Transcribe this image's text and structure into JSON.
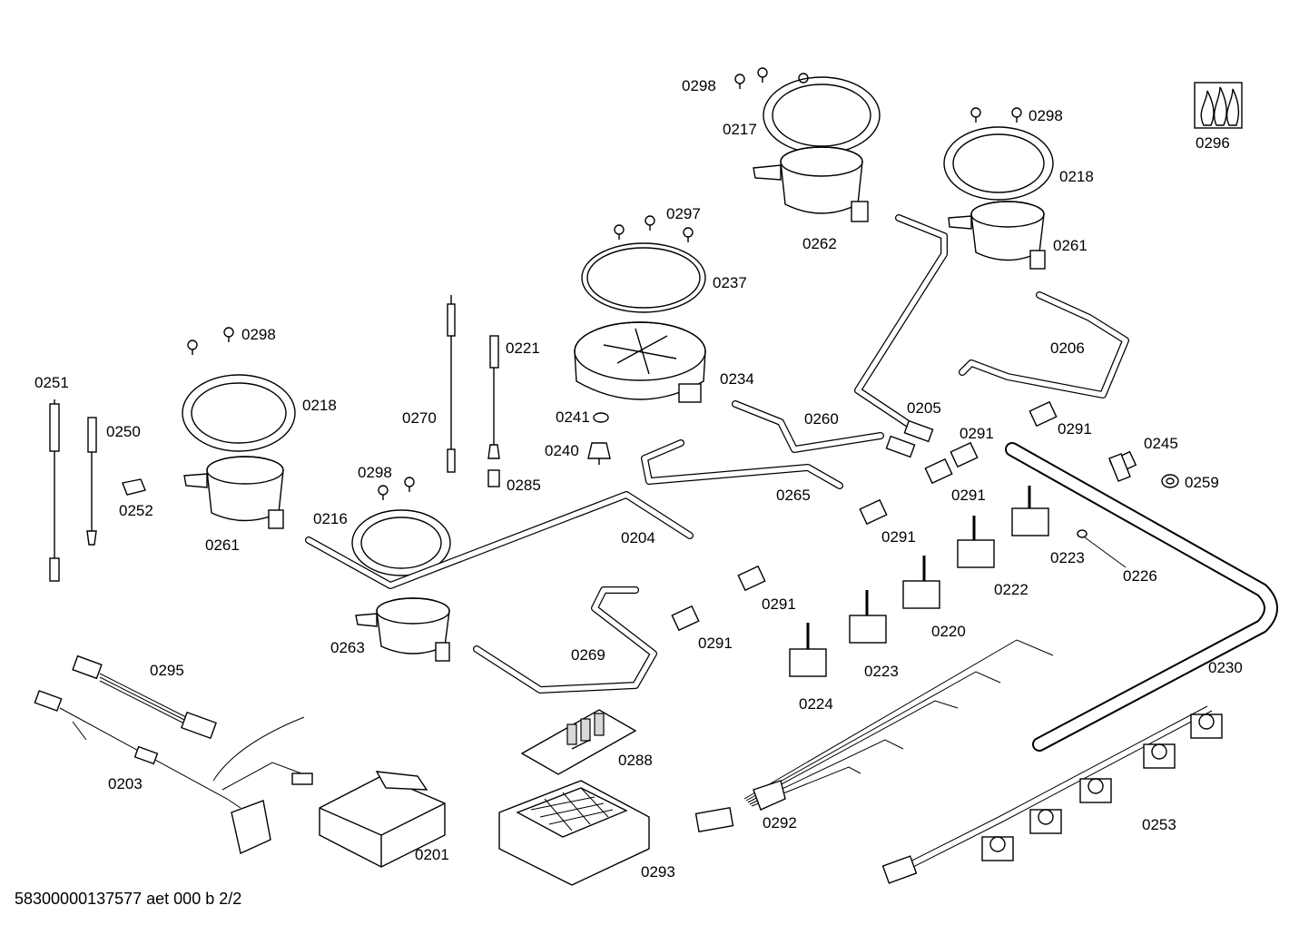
{
  "labels": {
    "p0298_top": "0298",
    "p0217": "0217",
    "p0298_right": "0298",
    "p0218_right": "0218",
    "p0296": "0296",
    "p0262": "0262",
    "p0261_right": "0261",
    "p0297": "0297",
    "p0237": "0237",
    "p0206": "0206",
    "p0298_left": "0298",
    "p0221": "0221",
    "p0234": "0234",
    "p0251": "0251",
    "p0218_left": "0218",
    "p0205": "0205",
    "p0270": "0270",
    "p0241": "0241",
    "p0260": "0260",
    "p0291_a": "0291",
    "p0291_b": "0291",
    "p0250": "0250",
    "p0240": "0240",
    "p0245": "0245",
    "p0298_mid": "0298",
    "p0285": "0285",
    "p0265": "0265",
    "p0291_c": "0291",
    "p0259": "0259",
    "p0252": "0252",
    "p0216": "0216",
    "p0204": "0204",
    "p0291_d": "0291",
    "p0223_a": "0223",
    "p0261_left": "0261",
    "p0226": "0226",
    "p0222": "0222",
    "p0291_e": "0291",
    "p0220": "0220",
    "p0263": "0263",
    "p0291_f": "0291",
    "p0269": "0269",
    "p0295": "0295",
    "p0223_b": "0223",
    "p0230": "0230",
    "p0224": "0224",
    "p0288": "0288",
    "p0203": "0203",
    "p0292": "0292",
    "p0253": "0253",
    "p0201": "0201",
    "p0293": "0293"
  },
  "footer": "58300000137577 aet 000 b 2/2"
}
